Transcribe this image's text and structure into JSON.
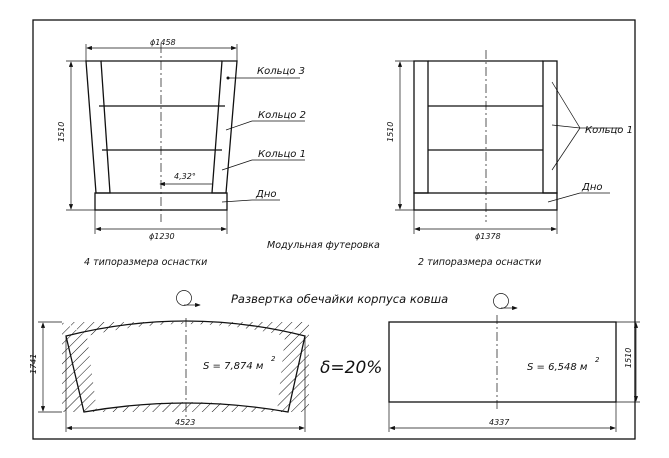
{
  "labels": {
    "dim_top_left": "ϕ1458",
    "dim_height_left": "1510",
    "ring3": "Кольцо 3",
    "ring2": "Кольцо 2",
    "ring1_left": "Кольцо 1",
    "bottom_left": "Дно",
    "angle": "4,32°",
    "dim_bottom_left": "ϕ1230",
    "caption_left": "4 типоразмера оснастки",
    "modular": "Модульная футеровка",
    "dim_height_right": "1510",
    "ring1_right": "Кольцо 1",
    "bottom_right": "Дно",
    "dim_bottom_right": "ϕ1378",
    "caption_right": "2 типоразмера оснастки",
    "development_title": "Развертка обечайки корпуса ковша",
    "dim_height_lower_left": "1741",
    "area_left": "S = 7,874 м",
    "area_left_exp": "2",
    "dim_width_lower_left": "4523",
    "delta": "δ=20%",
    "area_right": "S = 6,548 м",
    "area_right_exp": "2",
    "dim_height_lower_right": "1510",
    "dim_width_lower_right": "4337"
  }
}
